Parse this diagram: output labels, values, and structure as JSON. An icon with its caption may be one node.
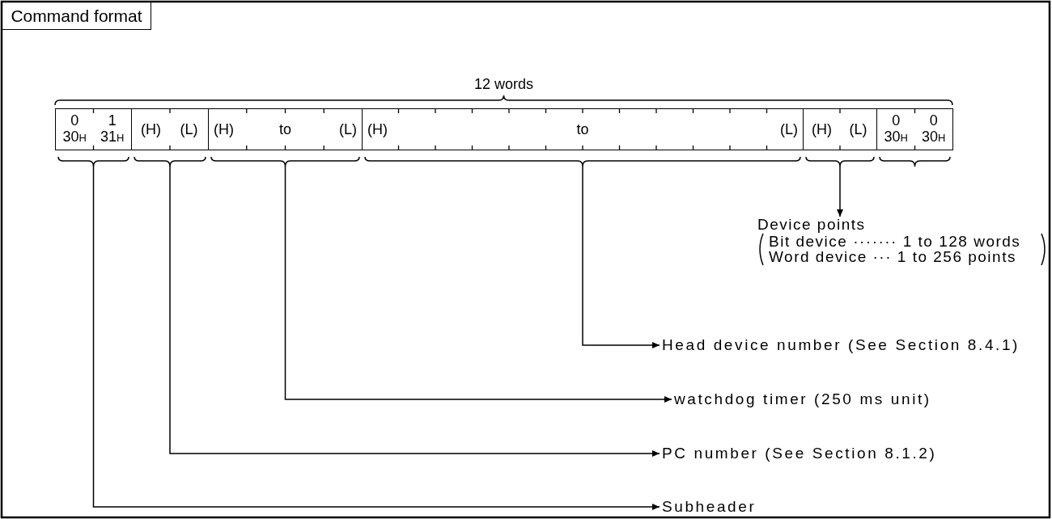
{
  "diagram": {
    "nodes": [
      {
        "text": [
          "Command format"
        ]
      },
      {
        "text": [
          "0",
          "1",
          "30$_{H}$",
          "31$_{H}$"
        ]
      },
      {
        "text": [
          "(H)",
          "(L)"
        ]
      },
      {
        "text": [
          "(H)",
          "to",
          "(L)"
        ]
      },
      {
        "text": [
          "(H)",
          "to",
          "(L)"
        ]
      },
      {
        "text": [
          "(H)",
          "(L)"
        ]
      },
      {
        "text": [
          "0",
          "0",
          "30$_{H}$",
          "30$_{H}$"
        ]
      },
      {
        "text": [
          "Device points",
          "Bit device ······· 1 to 128 words",
          "Word device ··· 1 to 256 points"
        ]
      },
      {
        "text": [
          "Head device number (See Section 8.4.1)"
        ]
      },
      {
        "text": [
          "watchdog timer (250 ms unit)"
        ]
      },
      {
        "text": [
          "PC number (See Section 8.1.2)"
        ]
      },
      {
        "text": [
          "Subheader"
        ]
      }
    ],
    "edges": [
      {
        "from": 5,
        "to": 7,
        "arrow": "to"
      },
      {
        "from": 4,
        "to": 8,
        "arrow": "to"
      },
      {
        "from": 3,
        "to": 9,
        "arrow": "to"
      },
      {
        "from": 2,
        "to": 10,
        "arrow": "to"
      },
      {
        "from": 1,
        "to": 11,
        "arrow": "to"
      }
    ],
    "labels": [
      "12 words"
    ]
  }
}
